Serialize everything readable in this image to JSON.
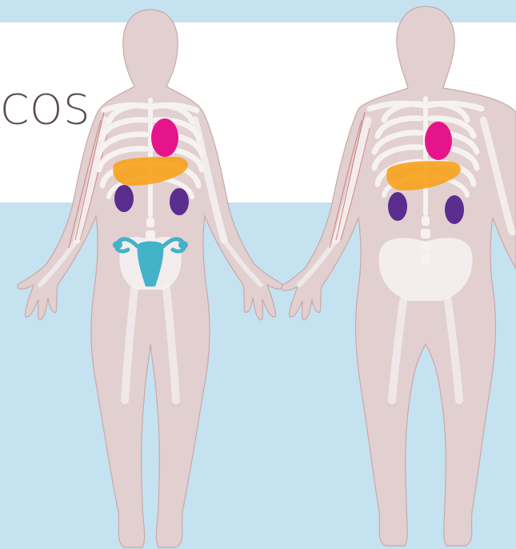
{
  "header": {
    "title_fragment": "COS"
  },
  "colors": {
    "sky": "#c5e2f0",
    "panel": "#ffffff",
    "skin": "#e2cfcf",
    "skin_edge": "#c9a9a9",
    "bone": "#f7f2f2",
    "heart": "#e5148a",
    "liver": "#f7a21b",
    "kidney": "#5b2d8e",
    "uterus": "#43b3c9",
    "vessels": "#c1524a",
    "text": "#5a4a4a"
  },
  "figures": [
    {
      "icon": "female-body-icon",
      "organs": [
        "heart",
        "liver",
        "kidneys",
        "uterus-ovaries"
      ]
    },
    {
      "icon": "male-body-icon",
      "organs": [
        "heart",
        "liver",
        "kidneys"
      ]
    }
  ]
}
